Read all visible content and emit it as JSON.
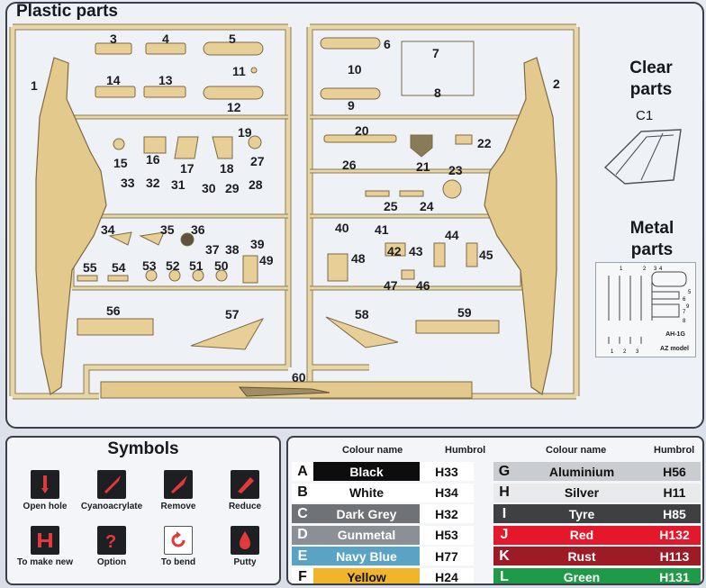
{
  "titles": {
    "plastic_parts": "Plastic parts",
    "clear_parts": "Clear parts",
    "clear_code": "C1",
    "metal_parts": "Metal parts",
    "metal_caption_model": "AH-1G",
    "metal_caption_brand": "AZ model"
  },
  "part_numbers": [
    "1",
    "2",
    "3",
    "4",
    "5",
    "6",
    "7",
    "8",
    "9",
    "10",
    "11",
    "12",
    "13",
    "14",
    "15",
    "16",
    "17",
    "18",
    "19",
    "20",
    "21",
    "22",
    "23",
    "24",
    "25",
    "26",
    "27",
    "28",
    "29",
    "30",
    "31",
    "32",
    "33",
    "34",
    "35",
    "36",
    "37",
    "38",
    "39",
    "40",
    "41",
    "42",
    "43",
    "44",
    "45",
    "46",
    "47",
    "48",
    "49",
    "50",
    "51",
    "52",
    "53",
    "54",
    "55",
    "56",
    "57",
    "58",
    "59",
    "60"
  ],
  "metal_numbers": [
    "1",
    "2",
    "3",
    "4",
    "5",
    "6",
    "7",
    "8",
    "9",
    "1",
    "2",
    "3"
  ],
  "symbols": {
    "title": "Symbols",
    "items": [
      {
        "label": "Open hole",
        "icon": "drill-icon"
      },
      {
        "label": "Cyanoacrylate",
        "icon": "glue-icon"
      },
      {
        "label": "Remove",
        "icon": "knife-icon"
      },
      {
        "label": "Reduce",
        "icon": "file-icon"
      },
      {
        "label": "To make new",
        "icon": "clamp-icon"
      },
      {
        "label": "Option",
        "icon": "question-icon"
      },
      {
        "label": "To bend",
        "icon": "bend-icon"
      },
      {
        "label": "Putty",
        "icon": "putty-icon"
      }
    ]
  },
  "colours": {
    "header_name": "Colour name",
    "header_code": "Humbrol",
    "left": [
      {
        "letter": "A",
        "name": "Black",
        "code": "H33",
        "color": "#0d0d0d",
        "text": "#ffffff"
      },
      {
        "letter": "B",
        "name": "White",
        "code": "H34",
        "color": "#ffffff",
        "text": "#111111"
      },
      {
        "letter": "C",
        "name": "Dark Grey",
        "code": "H32",
        "color": "#6f7276",
        "text": "#ffffff"
      },
      {
        "letter": "D",
        "name": "Gunmetal",
        "code": "H53",
        "color": "#8a9096",
        "text": "#ffffff"
      },
      {
        "letter": "E",
        "name": "Navy Blue",
        "code": "H77",
        "color": "#5aa3c4",
        "text": "#ffffff"
      },
      {
        "letter": "F",
        "name": "Yellow",
        "code": "H24",
        "color": "#f0b52a",
        "text": "#111111"
      }
    ],
    "right": [
      {
        "letter": "G",
        "name": "Aluminium",
        "code": "H56",
        "color": "#c9ccd0",
        "text": "#111111"
      },
      {
        "letter": "H",
        "name": "Silver",
        "code": "H11",
        "color": "#e8eaec",
        "text": "#111111"
      },
      {
        "letter": "I",
        "name": "Tyre",
        "code": "H85",
        "color": "#3f4042",
        "text": "#ffffff"
      },
      {
        "letter": "J",
        "name": "Red",
        "code": "H132",
        "color": "#e4172b",
        "text": "#ffffff"
      },
      {
        "letter": "K",
        "name": "Rust",
        "code": "H113",
        "color": "#9c1b24",
        "text": "#ffffff"
      },
      {
        "letter": "L",
        "name": "Green",
        "code": "H131",
        "color": "#1f9a48",
        "text": "#ffffff"
      }
    ]
  },
  "sprue_color": "#e9d6a6",
  "sprue_stroke": "#8d7c55"
}
